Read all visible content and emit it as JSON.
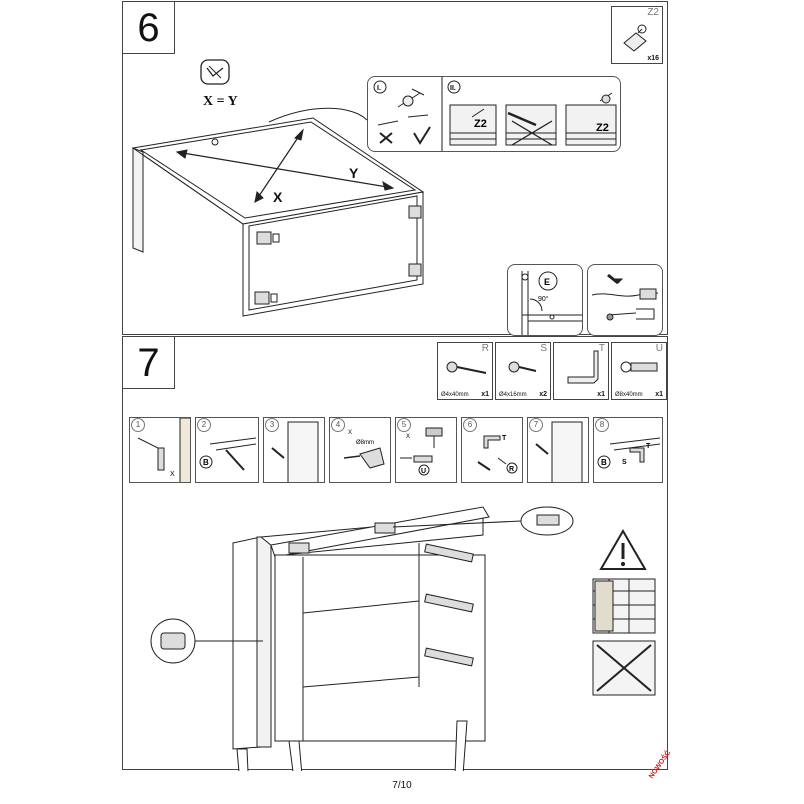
{
  "page": {
    "number": "7/10",
    "badge": "NOWOŚĆ"
  },
  "step6": {
    "number": "6",
    "hardware": {
      "letter": "Z2",
      "qty": "x16"
    },
    "equation": "X = Y",
    "diag_x": "X",
    "diag_y": "Y",
    "detail_one": {
      "roman": "I."
    },
    "detail_two": {
      "roman": "II.",
      "left_label": "Z2",
      "right_label": "Z2"
    },
    "detail_e": {
      "letter": "E",
      "angle": "90°"
    }
  },
  "step7": {
    "number": "7",
    "hardware": [
      {
        "letter": "R",
        "size": "Ø4x40mm",
        "qty": "x1"
      },
      {
        "letter": "S",
        "size": "Ø4x16mm",
        "qty": "x2"
      },
      {
        "letter": "T",
        "size": "",
        "qty": "x1"
      },
      {
        "letter": "U",
        "size": "Ø8x40mm",
        "qty": "x1"
      }
    ],
    "substeps": [
      {
        "num": "1",
        "x_label": "X"
      },
      {
        "num": "2",
        "b_label": "B"
      },
      {
        "num": "3"
      },
      {
        "num": "4",
        "x_label": "X",
        "drill_label": "Ø8mm"
      },
      {
        "num": "5",
        "x_label": "X",
        "u_label": "U"
      },
      {
        "num": "6",
        "t_label": "T",
        "r_label": "R"
      },
      {
        "num": "7"
      },
      {
        "num": "8",
        "b_label": "B",
        "s_label": "S",
        "t_label": "T"
      }
    ]
  }
}
